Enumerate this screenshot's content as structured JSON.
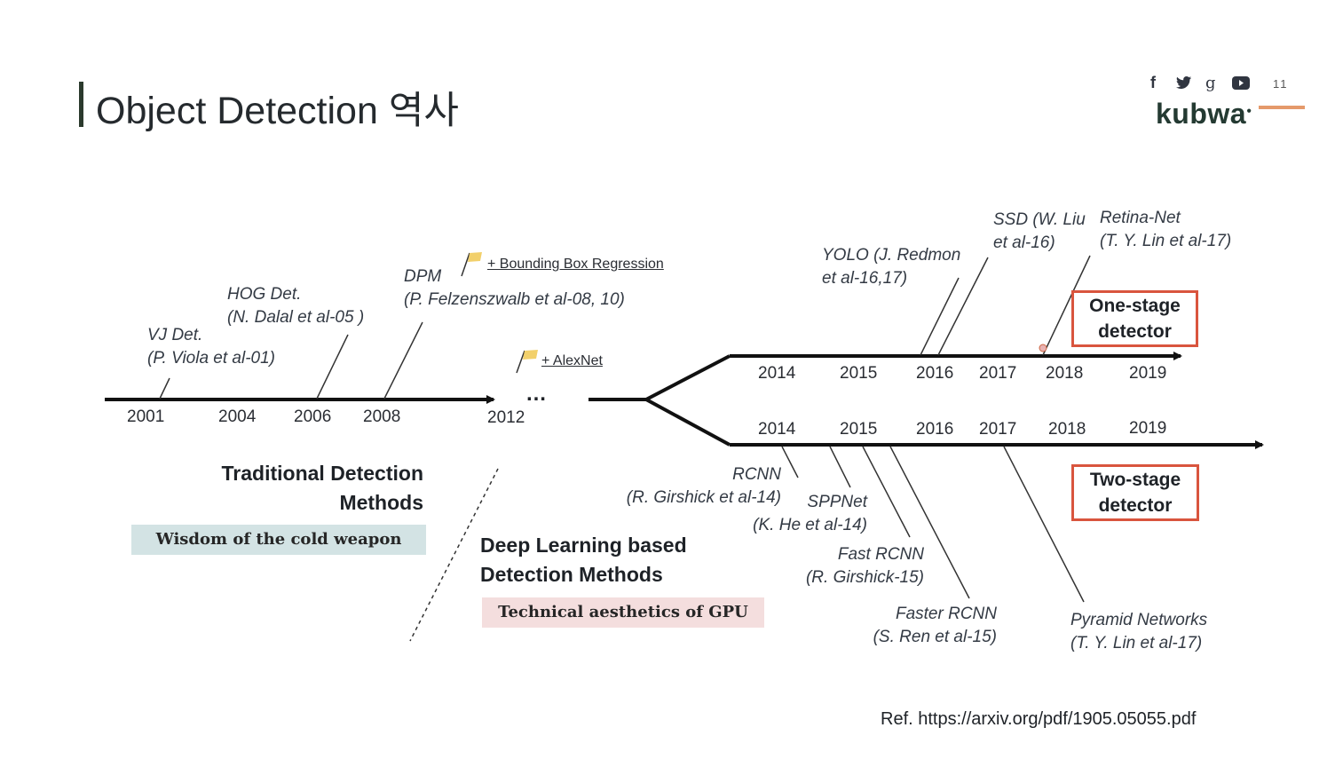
{
  "header": {
    "title": "Object Detection 역사",
    "page_number": "11",
    "brand": "kubwa",
    "social_icons": [
      "facebook-icon",
      "twitter-icon",
      "google-plus-icon",
      "youtube-icon"
    ]
  },
  "colors": {
    "accent_line": "#e59a6b",
    "stage_box_border": "#d9553e",
    "traditional_banner": "#d3e3e4",
    "deep_learning_banner": "#f4dede"
  },
  "traditional_timeline": {
    "years": [
      "2001",
      "2004",
      "2006",
      "2008",
      "2012"
    ],
    "ellipsis": "…",
    "methods": [
      {
        "name": "VJ Det.",
        "author": "(P. Viola et al-01)"
      },
      {
        "name": "HOG Det.",
        "author": "(N. Dalal et al-05 )"
      },
      {
        "name": "DPM",
        "author": "(P. Felzenszwalb et al-08, 10)"
      }
    ],
    "milestones": [
      "+ Bounding Box Regression",
      "+ AlexNet"
    ],
    "heading_line1": "Traditional Detection",
    "heading_line2": "Methods",
    "banner": "Wisdom of the cold weapon"
  },
  "deep_learning": {
    "heading_line1": "Deep Learning based",
    "heading_line2": "Detection Methods",
    "banner": "Technical aesthetics of GPU"
  },
  "one_stage": {
    "years": [
      "2014",
      "2015",
      "2016",
      "2017",
      "2018",
      "2019"
    ],
    "label_line1": "One-stage",
    "label_line2": "detector",
    "methods": [
      {
        "name": "YOLO (J. Redmon",
        "author": "et al-16,17)"
      },
      {
        "name": "SSD (W. Liu",
        "author": "et al-16)"
      },
      {
        "name": "Retina-Net",
        "author": "(T. Y. Lin et al-17)"
      }
    ]
  },
  "two_stage": {
    "years": [
      "2014",
      "2015",
      "2016",
      "2017",
      "2018",
      "2019"
    ],
    "label_line1": "Two-stage",
    "label_line2": "detector",
    "methods": [
      {
        "name": "RCNN",
        "author": "(R. Girshick et al-14)"
      },
      {
        "name": "SPPNet",
        "author": "(K. He et al-14)"
      },
      {
        "name": "Fast RCNN",
        "author": "(R. Girshick-15)"
      },
      {
        "name": "Faster RCNN",
        "author": "(S. Ren et al-15)"
      },
      {
        "name": "Pyramid Networks",
        "author": "(T. Y. Lin et al-17)"
      }
    ]
  },
  "reference": "Ref. https://arxiv.org/pdf/1905.05055.pdf"
}
